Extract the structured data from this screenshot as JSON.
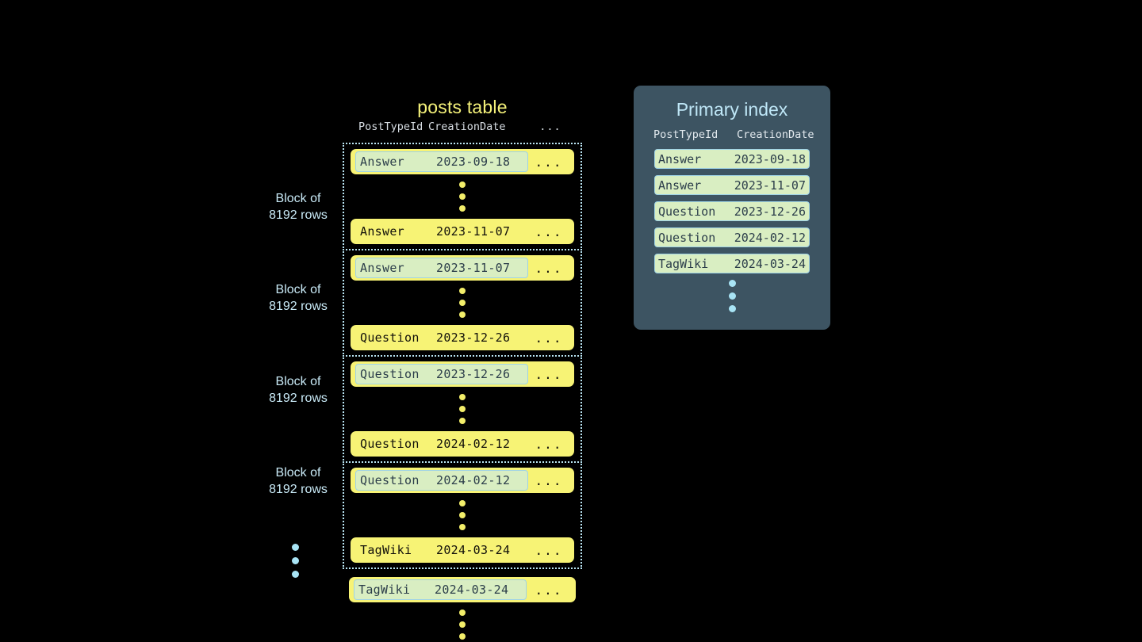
{
  "posts_table": {
    "title": "posts table",
    "columns": [
      "PostTypeId",
      "CreationDate",
      "..."
    ],
    "blocks": [
      {
        "label_line1": "Block of",
        "label_line2": "8192 rows",
        "first_row": {
          "type": "Answer",
          "date": "2023-09-18",
          "more": "...",
          "marked": true
        },
        "last_row": {
          "type": "Answer",
          "date": "2023-11-07",
          "more": "...",
          "marked": false
        }
      },
      {
        "label_line1": "Block of",
        "label_line2": "8192 rows",
        "first_row": {
          "type": "Answer",
          "date": "2023-11-07",
          "more": "...",
          "marked": true
        },
        "last_row": {
          "type": "Question",
          "date": "2023-12-26",
          "more": "...",
          "marked": false
        }
      },
      {
        "label_line1": "Block of",
        "label_line2": "8192 rows",
        "first_row": {
          "type": "Question",
          "date": "2023-12-26",
          "more": "...",
          "marked": true
        },
        "last_row": {
          "type": "Question",
          "date": "2024-02-12",
          "more": "...",
          "marked": false
        }
      },
      {
        "label_line1": "Block of",
        "label_line2": "8192 rows",
        "first_row": {
          "type": "Question",
          "date": "2024-02-12",
          "more": "...",
          "marked": true
        },
        "last_row": {
          "type": "TagWiki",
          "date": "2024-03-24",
          "more": "...",
          "marked": false
        }
      }
    ],
    "tail_row": {
      "type": "TagWiki",
      "date": "2024-03-24",
      "more": "...",
      "marked": true
    }
  },
  "primary_index": {
    "title": "Primary index",
    "columns": [
      "PostTypeId",
      "CreationDate"
    ],
    "rows": [
      {
        "type": "Answer",
        "date": "2023-09-18"
      },
      {
        "type": "Answer",
        "date": "2023-11-07"
      },
      {
        "type": "Question",
        "date": "2023-12-26"
      },
      {
        "type": "Question",
        "date": "2024-02-12"
      },
      {
        "type": "TagWiki",
        "date": "2024-03-24"
      }
    ]
  },
  "colors": {
    "background": "#000000",
    "row_fill": "#f7f375",
    "mark_fill": "#d9eec2",
    "mark_border": "#9fd3e6",
    "panel_fill": "#3d5462",
    "accent_blue": "#a8e4f5",
    "title_yellow": "#f5f27a"
  }
}
